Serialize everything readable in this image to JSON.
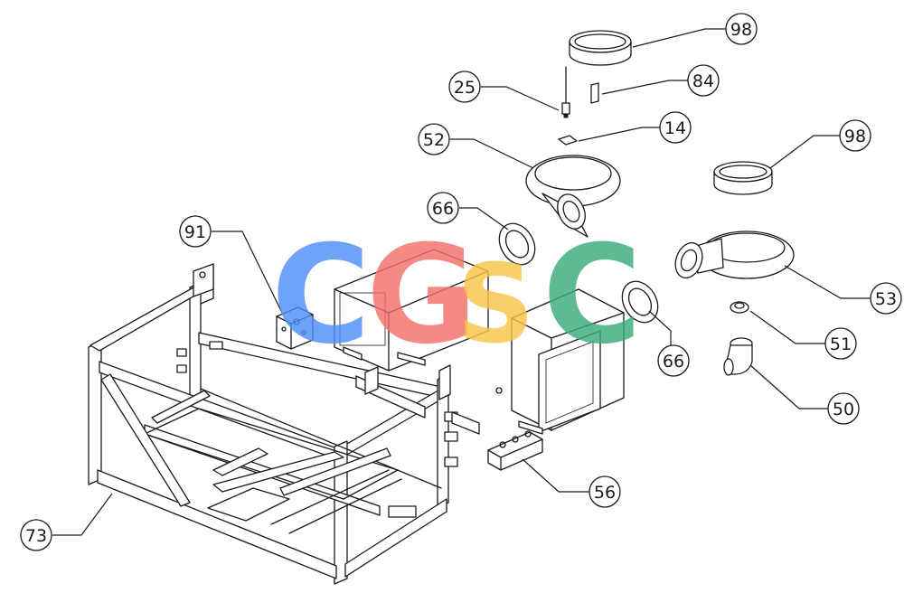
{
  "callouts": [
    {
      "id": "98a",
      "label": "98"
    },
    {
      "id": "25",
      "label": "25"
    },
    {
      "id": "84",
      "label": "84"
    },
    {
      "id": "14",
      "label": "14"
    },
    {
      "id": "52",
      "label": "52"
    },
    {
      "id": "98b",
      "label": "98"
    },
    {
      "id": "66a",
      "label": "66"
    },
    {
      "id": "91",
      "label": "91"
    },
    {
      "id": "53",
      "label": "53"
    },
    {
      "id": "66b",
      "label": "66"
    },
    {
      "id": "51",
      "label": "51"
    },
    {
      "id": "50",
      "label": "50"
    },
    {
      "id": "56",
      "label": "56"
    },
    {
      "id": "73",
      "label": "73"
    }
  ],
  "watermark": {
    "letters": [
      {
        "char": "C",
        "color": "#4f8ff7"
      },
      {
        "char": "G",
        "color": "#f4706a"
      },
      {
        "char": "S",
        "color": "#f7c548"
      },
      {
        "char": "C",
        "color": "#3bab7a"
      }
    ]
  }
}
